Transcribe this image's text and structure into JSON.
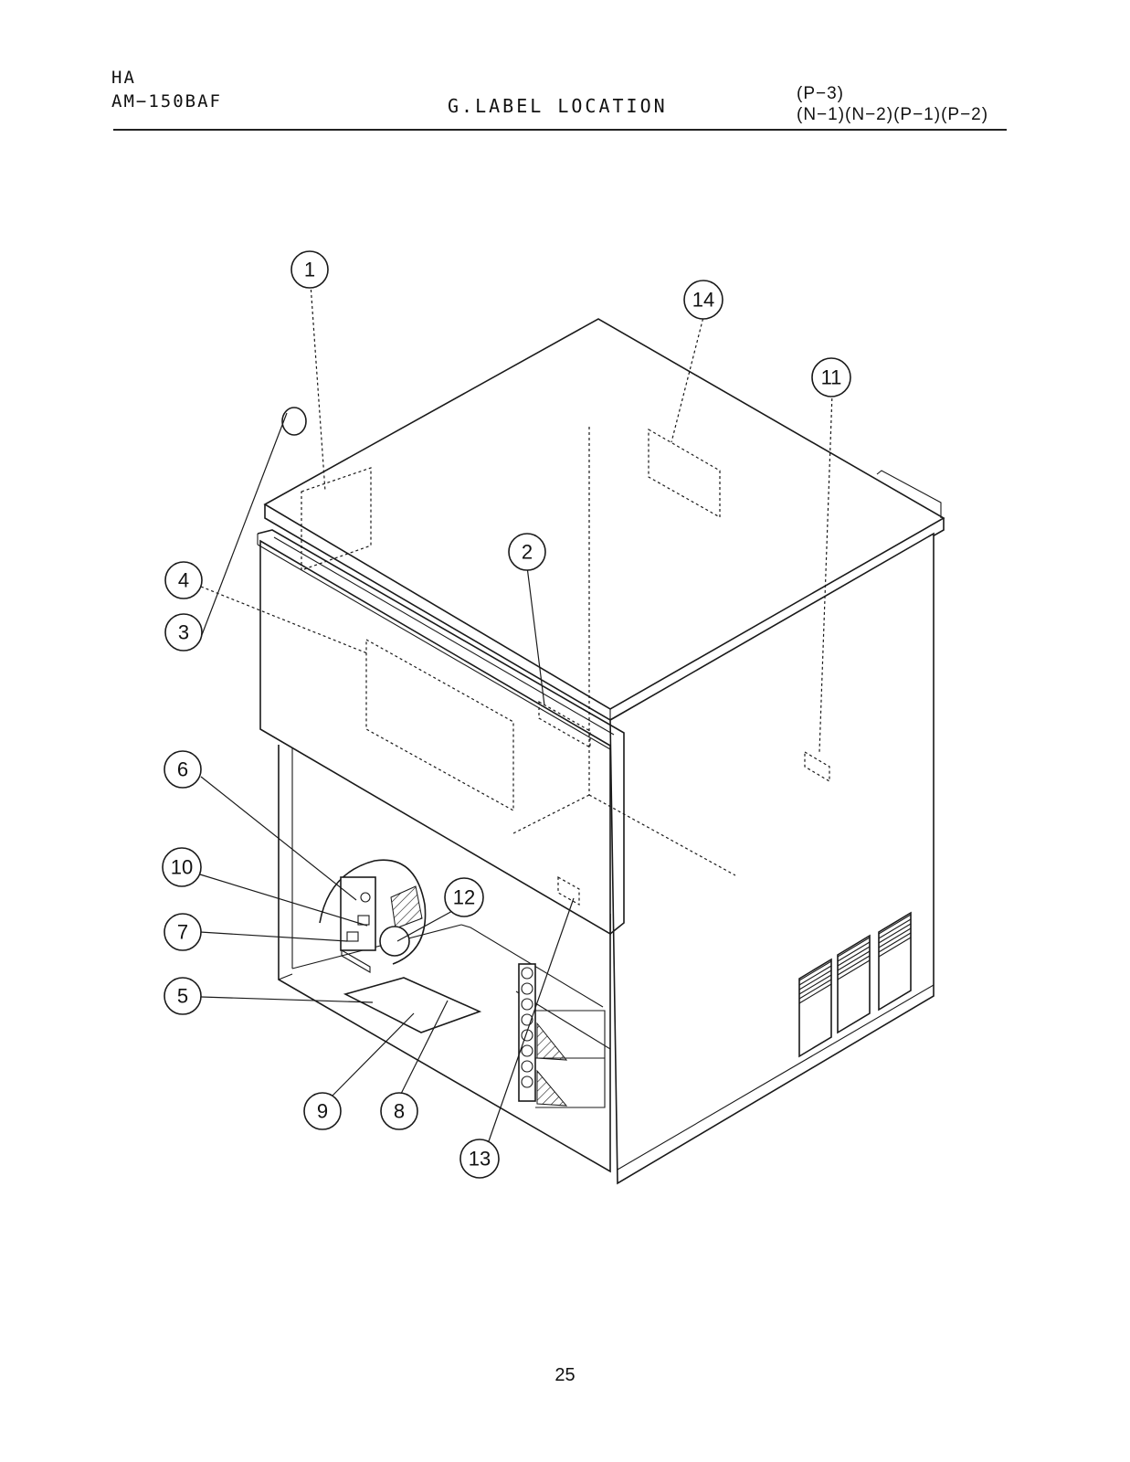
{
  "header": {
    "brand": "HA",
    "model": "AM−150BAF",
    "title": "G.LABEL LOCATION",
    "category_line1": "(P−3)",
    "category_line2": "(N−1)(N−2)(P−1)(P−2)"
  },
  "callouts": [
    "1",
    "2",
    "3",
    "4",
    "5",
    "6",
    "7",
    "8",
    "9",
    "10",
    "11",
    "12",
    "13",
    "14"
  ],
  "page_number": "25"
}
